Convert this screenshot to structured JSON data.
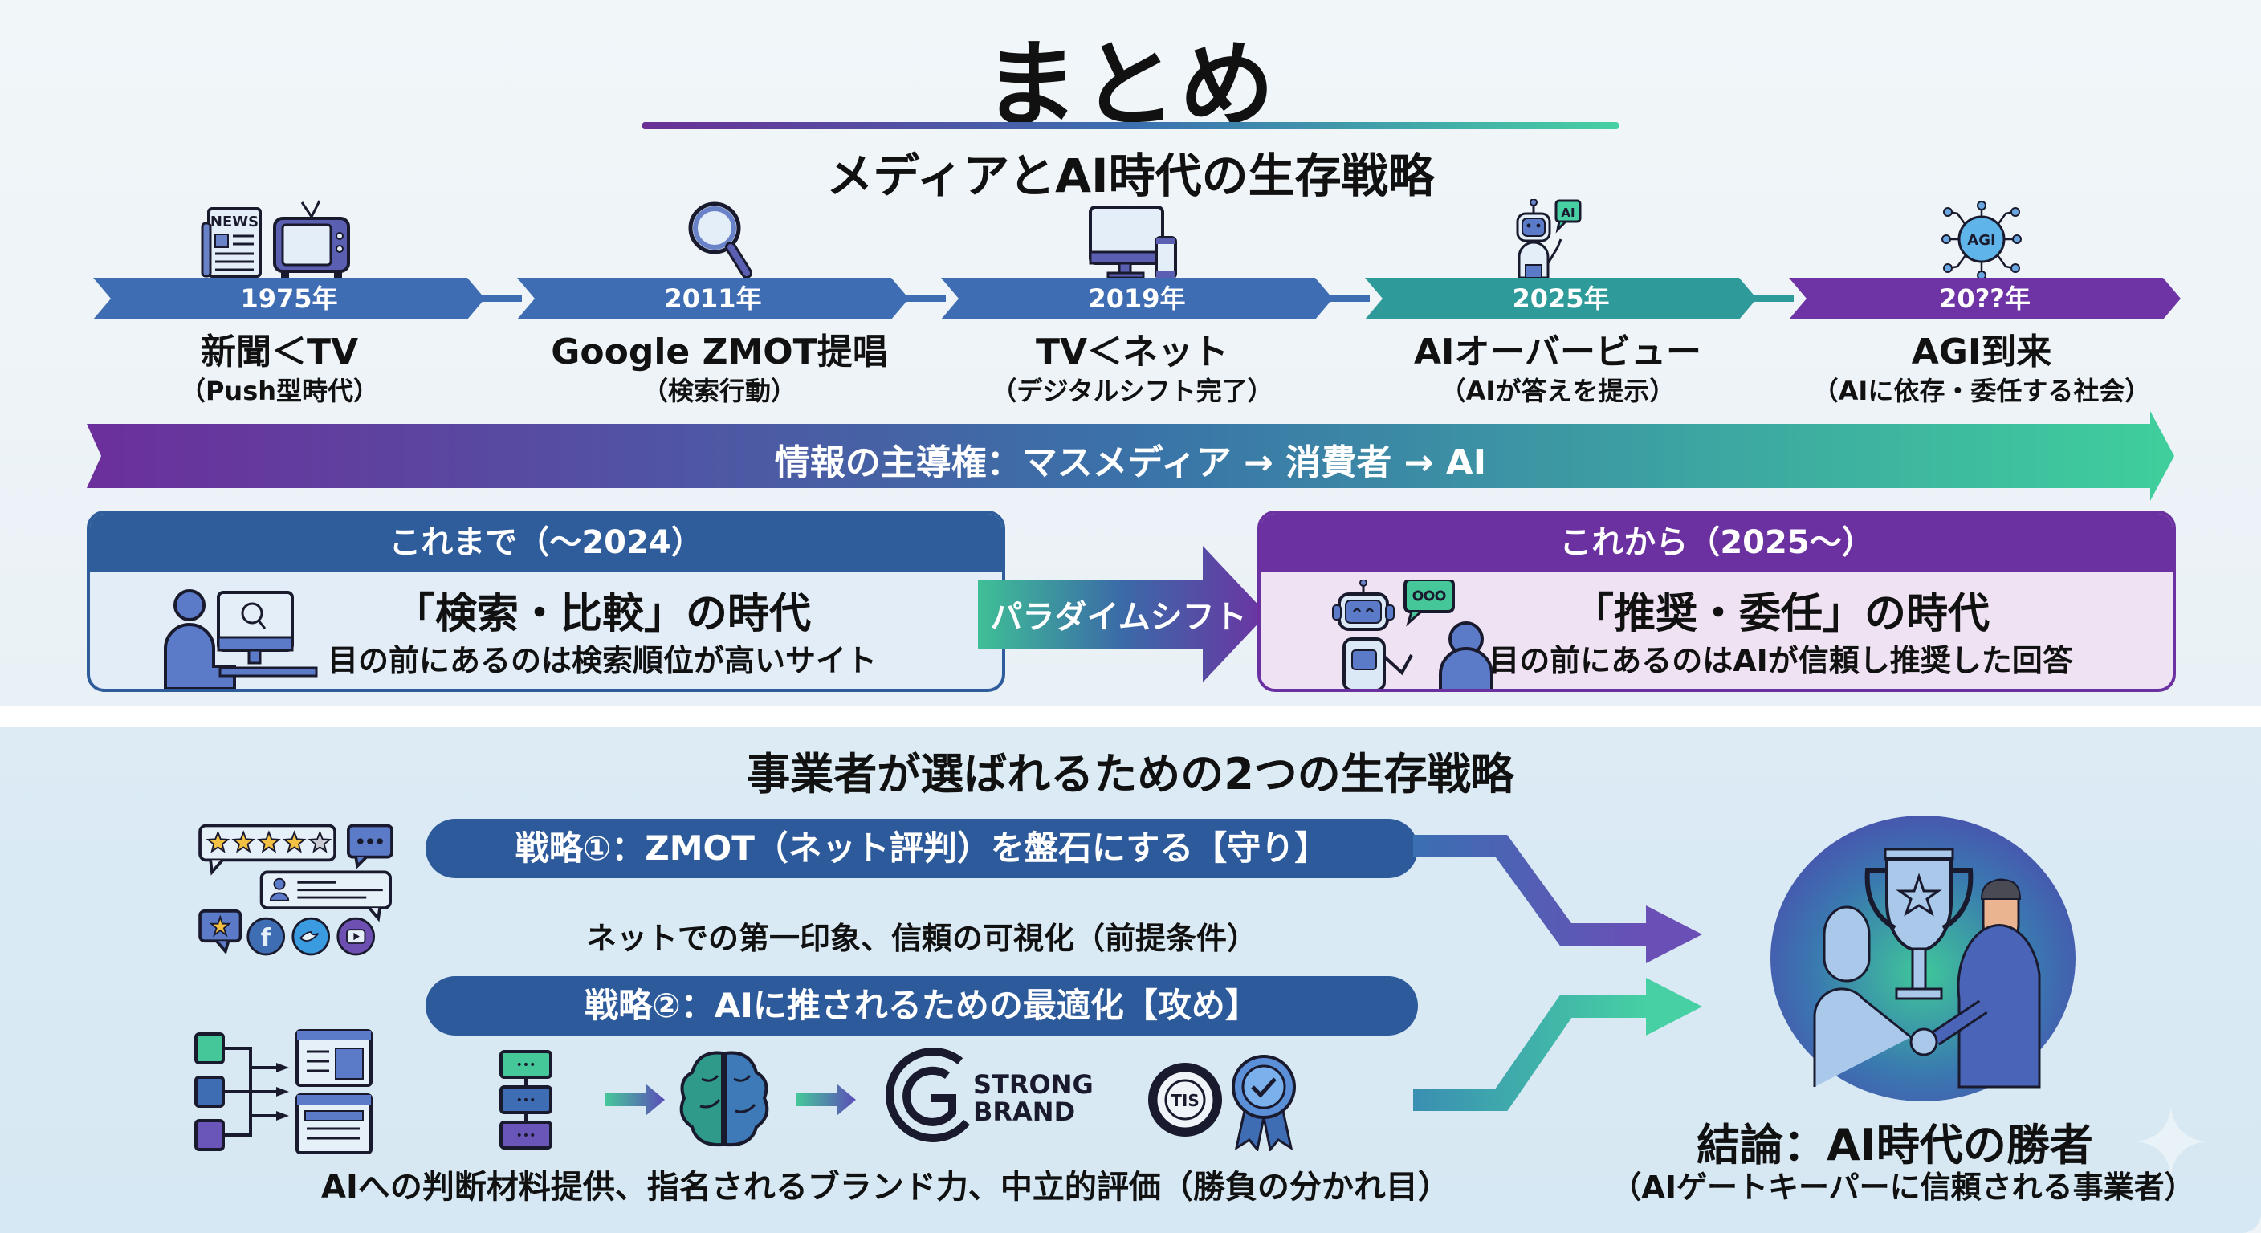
{
  "title": "まとめ",
  "subtitle": "メディアとAI時代の生存戦略",
  "timeline": [
    {
      "year": "1975年",
      "main": "新聞＜TV",
      "sub": "（Push型時代）",
      "icon": "newspaper-tv-icon",
      "color": "#3f6db3"
    },
    {
      "year": "2011年",
      "main": "Google ZMOT提唱",
      "sub": "（検索行動）",
      "icon": "magnifier-icon",
      "color": "#3f6db3"
    },
    {
      "year": "2019年",
      "main": "TV＜ネット",
      "sub": "（デジタルシフト完了）",
      "icon": "monitor-phone-icon",
      "color": "#3f6db3"
    },
    {
      "year": "2025年",
      "main": "AIオーバービュー",
      "sub": "（AIが答えを提示）",
      "icon": "robot-ai-icon",
      "color": "#2f9a9a"
    },
    {
      "year": "20??年",
      "main": "AGI到来",
      "sub": "（AIに依存・委任する社会）",
      "icon": "agi-network-icon",
      "color": "#6e34a6"
    }
  ],
  "flow_label": "情報の主導権：マスメディア → 消費者 → AI",
  "eras": {
    "past": {
      "header": "これまで（〜2024）",
      "title": "「検索・比較」の時代",
      "desc": "目の前にあるのは検索順位が高いサイト"
    },
    "future": {
      "header": "これから（2025〜）",
      "title": "「推奨・委任」の時代",
      "desc": "目の前にあるのはAIが信頼し推奨した回答"
    }
  },
  "shift_label": "パラダイムシフト",
  "bottom_title": "事業者が選ばれるための2つの生存戦略",
  "strategies": [
    {
      "label": "戦略①：ZMOT（ネット評判）を盤石にする【守り】",
      "desc": "ネットでの第一印象、信頼の可視化（前提条件）"
    },
    {
      "label": "戦略②：AIに推されるための最適化【攻め】",
      "desc": "AIへの判断材料提供、指名されるブランド力、中立的評価（勝負の分かれ目）"
    }
  ],
  "review_icons": {
    "rating_stars": 4,
    "rating_max": 5
  },
  "brand_logo": {
    "line1": "STRONG",
    "line2": "BRAND"
  },
  "seal_text": "TIS",
  "conclusion": {
    "title": "結論：AI時代の勝者",
    "sub": "（AIゲートキーパーに信頼される事業者）"
  },
  "colors": {
    "blue": "#2f5d9c",
    "purple": "#6b31a0",
    "teal": "#46d0a3",
    "banner_blue": "#3f6db3"
  }
}
